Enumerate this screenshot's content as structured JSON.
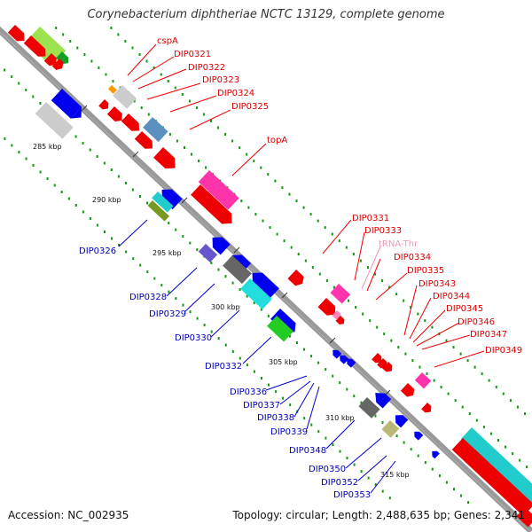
{
  "title": "Corynebacterium diphtheriae NCTC 13129, complete genome",
  "accession": "Accession: NC_002935",
  "summary": "Topology: circular; Length: 2,488,635 bp; Genes: 2,341",
  "colors": {
    "backbone": "#888888",
    "forward_label": "#dd0000",
    "reverse_label": "#0000bb",
    "trna_label": "#ee99bb",
    "tick": "#119911"
  },
  "kbp_ticks": [
    {
      "label": "285 kbp"
    },
    {
      "label": "290 kbp"
    },
    {
      "label": "295 kbp"
    },
    {
      "label": "300 kbp"
    },
    {
      "label": "305 kbp"
    },
    {
      "label": "310 kbp"
    },
    {
      "label": "315 kbp"
    }
  ],
  "forward_labels": [
    {
      "text": "cspA"
    },
    {
      "text": "DIP0321"
    },
    {
      "text": "DIP0322"
    },
    {
      "text": "DIP0323"
    },
    {
      "text": "DIP0324"
    },
    {
      "text": "DIP0325"
    },
    {
      "text": "topA"
    },
    {
      "text": "DIP0331"
    },
    {
      "text": "DIP0333"
    },
    {
      "text": "DIP0334"
    },
    {
      "text": "DIP0335"
    },
    {
      "text": "DIP0343"
    },
    {
      "text": "DIP0344"
    },
    {
      "text": "DIP0345"
    },
    {
      "text": "DIP0346"
    },
    {
      "text": "DIP0347"
    },
    {
      "text": "DIP0349"
    }
  ],
  "trna_labels": [
    {
      "text": "tRNA-Thr"
    }
  ],
  "reverse_labels": [
    {
      "text": "DIP0326"
    },
    {
      "text": "DIP0328"
    },
    {
      "text": "DIP0329"
    },
    {
      "text": "DIP0330"
    },
    {
      "text": "DIP0332"
    },
    {
      "text": "DIP0336"
    },
    {
      "text": "DIP0337"
    },
    {
      "text": "DIP0338"
    },
    {
      "text": "DIP0339"
    },
    {
      "text": "DIP0348"
    },
    {
      "text": "DIP0350"
    },
    {
      "text": "DIP0352"
    },
    {
      "text": "DIP0353"
    }
  ]
}
